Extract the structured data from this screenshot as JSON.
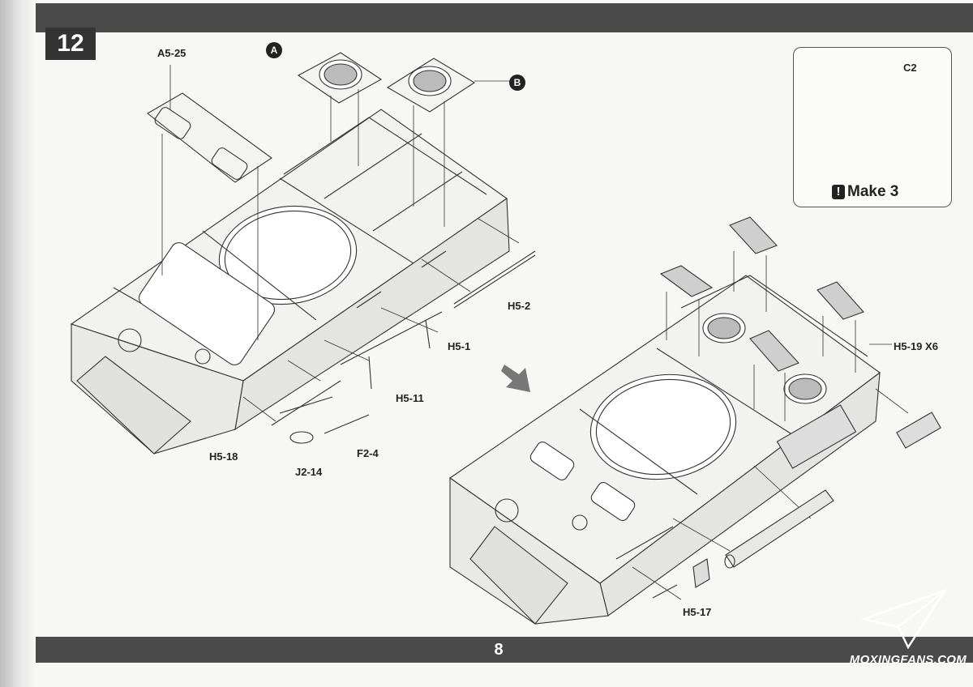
{
  "step": {
    "number": "12"
  },
  "page": {
    "number": "8"
  },
  "watermark": {
    "text": "MOXINGFANS.COM"
  },
  "callouts": {
    "a": "A",
    "b": "B"
  },
  "part_labels": {
    "a5_25": "A5-25",
    "h5_2": "H5-2",
    "h5_1": "H5-1",
    "h5_11": "H5-11",
    "h5_18": "H5-18",
    "j2_14": "J2-14",
    "f2_4": "F2-4",
    "h5_19": "H5-19 X6",
    "h5_17": "H5-17",
    "c2": "C2"
  },
  "inset": {
    "note": "Make 3",
    "note_icon": "exclamation-icon"
  },
  "colors": {
    "bars": "#4a4a4a",
    "step_box": "#333333",
    "line_art": "#333333"
  }
}
